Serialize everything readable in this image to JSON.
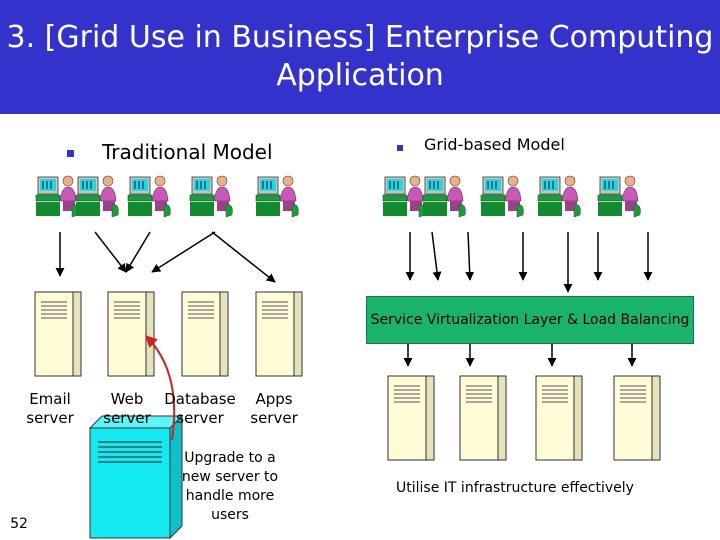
{
  "slide": {
    "title": "3. [Grid Use in Business] Enterprise Computing Application",
    "page_number": "52"
  },
  "left": {
    "heading": "Traditional Model",
    "servers": [
      {
        "label": "Email server"
      },
      {
        "label": "Web server"
      },
      {
        "label": "Database server"
      },
      {
        "label": "Apps server"
      }
    ],
    "upgrade_note": "Upgrade to a new server to handle more users"
  },
  "right": {
    "heading": "Grid-based Model",
    "layer_label": "Service Virtualization Layer & Load Balancing",
    "caption": "Utilise IT infrastructure effectively"
  },
  "colors": {
    "title_bg": "#3333cc",
    "server_small": "#fffbd6",
    "server_big": "#14e8f0",
    "layer": "#1ab36b",
    "upgrade_arrow": "#cc2222"
  },
  "icons": {
    "user": "user-at-computer-icon",
    "server": "server-tower-icon"
  }
}
